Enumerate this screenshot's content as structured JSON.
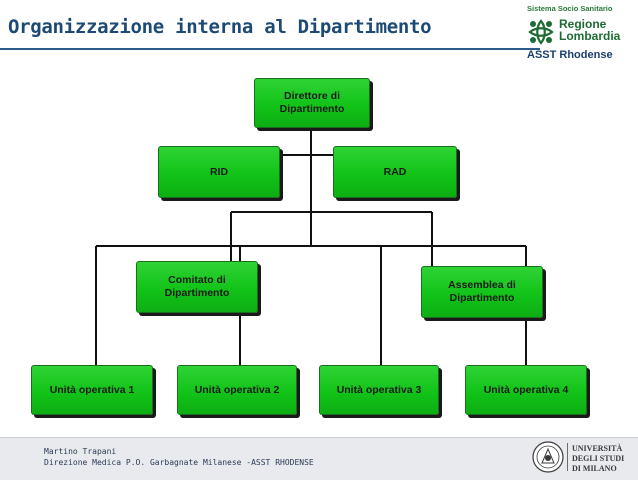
{
  "header": {
    "title": "Organizzazione interna al Dipartimento"
  },
  "logo": {
    "tagline": "Sistema Socio Sanitario",
    "region_line1": "Regione",
    "region_line2": "Lombardia",
    "asst": "ASST Rhodense",
    "color": "#1e6b34"
  },
  "diagram": {
    "node_color": "#12c318",
    "nodes": {
      "direttore": {
        "line1": "Direttore di",
        "line2": "Dipartimento"
      },
      "rid": {
        "label": "RID"
      },
      "rad": {
        "label": "RAD"
      },
      "comitato": {
        "line1": "Comitato di",
        "line2": "Dipartimento"
      },
      "assemblea": {
        "line1": "Assemblea di",
        "line2": "Dipartimento"
      },
      "uo1": {
        "label": "Unità operativa 1"
      },
      "uo2": {
        "label": "Unità operativa 2"
      },
      "uo3": {
        "label": "Unità operativa 3"
      },
      "uo4": {
        "label": "Unità operativa 4"
      }
    }
  },
  "footer": {
    "author": "Martino Trapani",
    "affiliation": "Direzione Medica P.O. Garbagnate Milanese -ASST RHODENSE",
    "university_line1": "UNIVERSITÀ",
    "university_line2": "DEGLI STUDI",
    "university_line3": "DI MILANO"
  }
}
